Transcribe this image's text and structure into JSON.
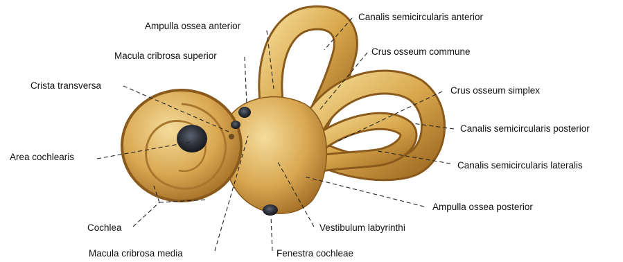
{
  "labels": {
    "ampulla_ossea_anterior": "Ampulla ossea anterior",
    "canalis_semicircularis_anterior": "Canalis semicircularis anterior",
    "crus_osseum_commune": "Crus osseum commune",
    "macula_cribrosa_superior": "Macula cribrosa superior",
    "crista_transversa": "Crista transversa",
    "crus_osseum_simplex": "Crus osseum simplex",
    "canalis_semicircularis_posterior": "Canalis semicircularis posterior",
    "area_cochlearis": "Area cochlearis",
    "canalis_semicircularis_lateralis": "Canalis semicircularis lateralis",
    "ampulla_ossea_posterior": "Ampulla ossea posterior",
    "cochlea": "Cochlea",
    "vestibulum_labyrinthi": "Vestibulum labyrinthi",
    "macula_cribrosa_media": "Macula cribrosa media",
    "fenestra_cochleae": "Fenestra cochleae"
  },
  "colors": {
    "bone_light": "#f2d48a",
    "bone_mid": "#d4a04a",
    "bone_dark": "#8a5a1c",
    "opening": "#2c3038",
    "leader": "#222222"
  }
}
